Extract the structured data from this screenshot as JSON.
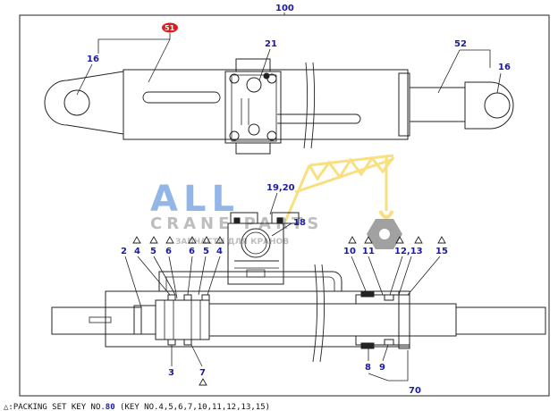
{
  "labels": {
    "assembly": "100",
    "top_balloon": "51",
    "top_left_eye": "16",
    "top_clamp": "21",
    "top_rod": "52",
    "top_right_eye": "16",
    "clamp_upper": "19,20",
    "clamp_body": "18",
    "l2": "2",
    "l4a": "4",
    "l5a": "5",
    "l6a": "6",
    "l6b": "6",
    "l5b": "5",
    "l4b": "4",
    "l10": "10",
    "l11": "11",
    "l12_13": "12,13",
    "l15": "15",
    "l3": "3",
    "l7": "7",
    "l8": "8",
    "l9": "9",
    "l70": "70"
  },
  "footnote": {
    "prefix": "△:PACKING SET KEY NO.",
    "key": "80",
    "suffix": " (KEY NO.4,5,6,7,10,11,12,13,15)"
  },
  "watermark": {
    "big": "ALL",
    "brand": "CRANE PARTS",
    "tagline": "ЗАПЧАСТИ ДЛЯ КРАНОВ"
  },
  "colors": {
    "line": "#222222",
    "label": "#1a1aa6",
    "balloon": "#d62020",
    "watermark_blue": "#3a7bd5",
    "watermark_yellow": "#f5c518"
  }
}
